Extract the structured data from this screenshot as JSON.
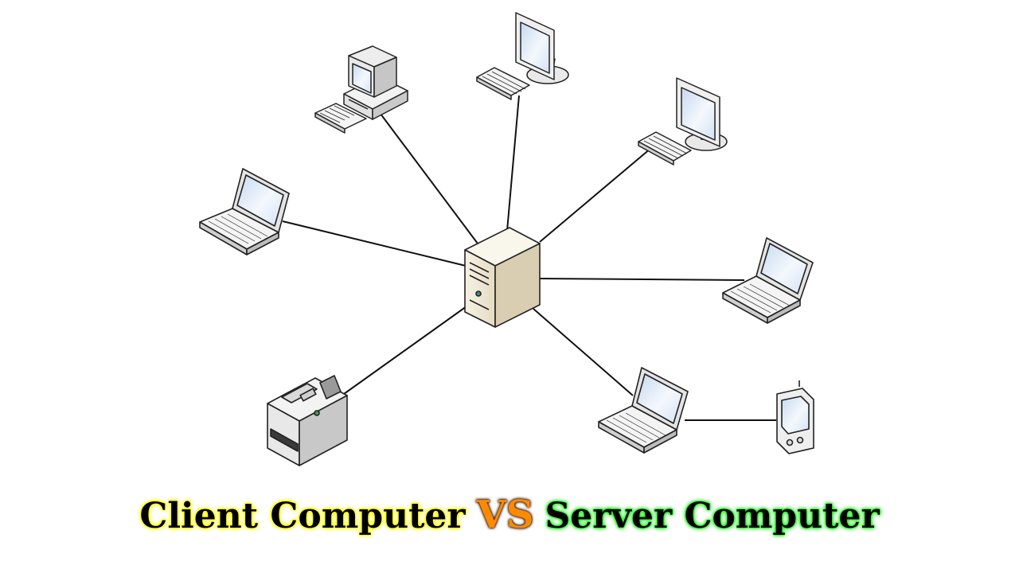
{
  "caption": {
    "client": "Client Computer",
    "vs": "VS",
    "server": "Server Computer",
    "colors": {
      "client_glow": "#ffff00",
      "vs_text": "#ff8a00",
      "server_glow": "#22ee22"
    }
  },
  "network": {
    "hub_icon": "server-tower-icon",
    "client_icons": [
      "desktop-pc-icon",
      "desktop-monitor-icon",
      "desktop-monitor-icon",
      "laptop-icon",
      "laptop-icon",
      "printer-icon",
      "laptop-icon",
      "pda-icon"
    ]
  }
}
